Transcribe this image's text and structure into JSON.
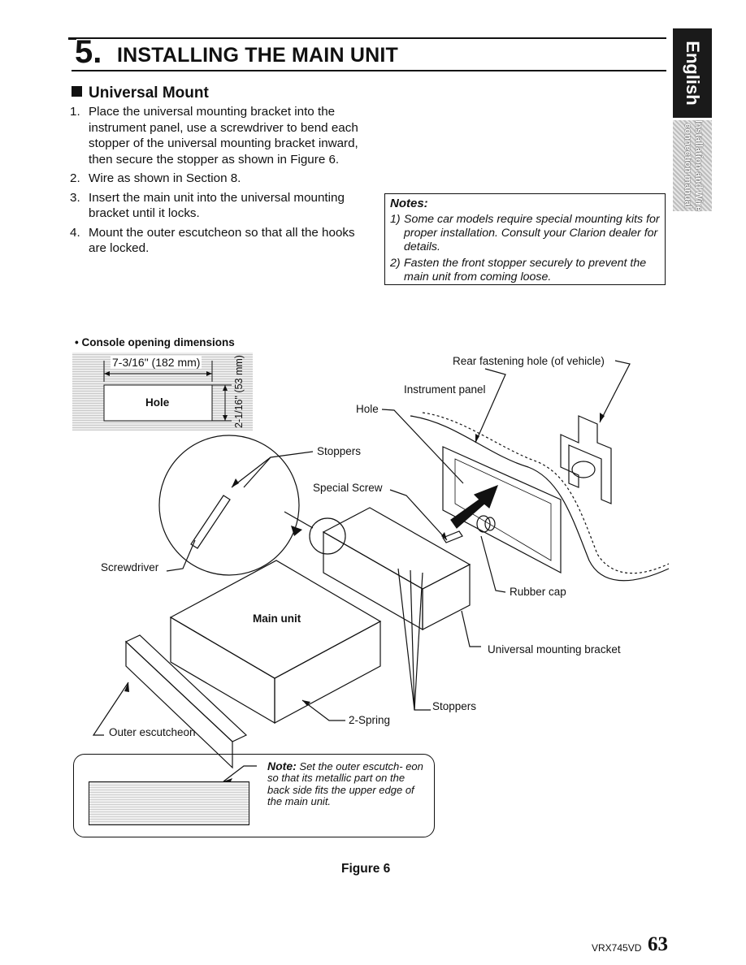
{
  "section": {
    "number": "5.",
    "title": "INSTALLING THE MAIN UNIT"
  },
  "side_tabs": {
    "language": "English",
    "chapter_line1": "Installation and Wire",
    "chapter_line2": "connection manual"
  },
  "subsection": {
    "title": "Universal Mount"
  },
  "steps": [
    {
      "num": "1.",
      "text": "Place the universal mounting bracket into the instrument panel, use a screwdriver to bend each stopper of the universal mounting bracket inward, then secure the stopper as shown in Figure 6."
    },
    {
      "num": "2.",
      "text": "Wire as shown in Section 8."
    },
    {
      "num": "3.",
      "text": "Insert the main unit into the universal mounting bracket until it locks."
    },
    {
      "num": "4.",
      "text": "Mount the outer escutcheon so that all the hooks are locked."
    }
  ],
  "notes": {
    "header": "Notes:",
    "items": [
      {
        "num": "1)",
        "text": "Some car models require special mounting kits for proper installation. Consult your Clarion dealer for details."
      },
      {
        "num": "2)",
        "text": "Fasten the front stopper securely to prevent the main unit from coming loose."
      }
    ]
  },
  "console": {
    "title": "• Console opening dimensions",
    "width": "7-3/16\" (182 mm)",
    "height": "2-1/16\" (53 mm)",
    "hole": "Hole"
  },
  "labels": {
    "rear_hole": "Rear fastening hole (of vehicle)",
    "instrument_panel": "Instrument panel",
    "hole": "Hole",
    "stoppers_top": "Stoppers",
    "special_screw": "Special Screw",
    "screwdriver": "Screwdriver",
    "rubber_cap": "Rubber cap",
    "main_unit": "Main unit",
    "bracket": "Universal mounting bracket",
    "spring": "2-Spring",
    "stoppers_bottom": "Stoppers",
    "escutcheon": "Outer escutcheon"
  },
  "note_box": {
    "label": "Note:",
    "text": "Set the outer escutch- eon so that its metallic part on the back side fits the upper edge of the main unit."
  },
  "figure_caption": "Figure 6",
  "footer": {
    "model": "VRX745VD",
    "page": "63"
  }
}
